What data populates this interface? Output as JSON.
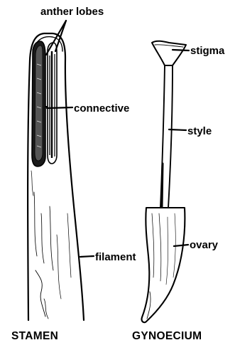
{
  "labels": {
    "anther_lobes": "anther lobes",
    "connective": "connective",
    "filament": "filament",
    "stigma": "stigma",
    "style": "style",
    "ovary": "ovary"
  },
  "captions": {
    "stamen": "STAMEN",
    "gynoecium": "GYNOECIUM"
  }
}
